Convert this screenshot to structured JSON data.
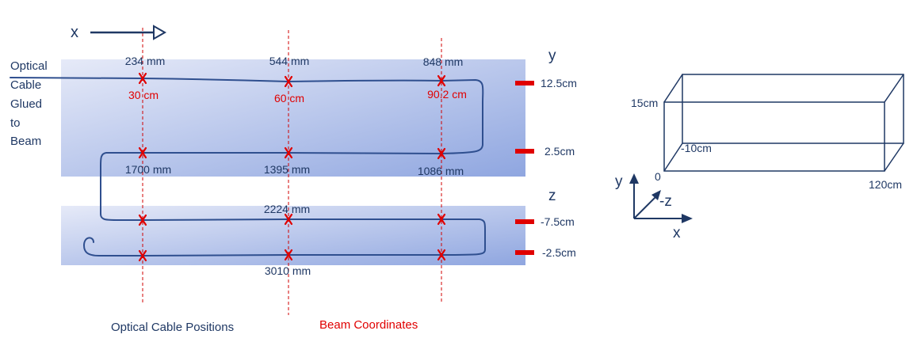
{
  "colors": {
    "cable": "#2f4f8f",
    "marker": "#e00000",
    "guide": "#d00000",
    "text_dark": "#1f3864",
    "text_red": "#e00000",
    "beam_light": "#e6eaf8",
    "beam_dark": "#8fa6e0",
    "box": "#1f3864"
  },
  "left_diagram": {
    "axis_label": "x",
    "side_label": [
      "Optical",
      "Cable",
      "Glued",
      "to",
      "Beam"
    ],
    "panel_y_label": "y",
    "panel_z_label": "z",
    "top_positions_mm": [
      "234 mm",
      "544 mm",
      "848 mm"
    ],
    "top_beam_coords": [
      "30 cm",
      "60 cm",
      "90.2 cm"
    ],
    "second_row_positions_mm": [
      "1700 mm",
      "1395 mm",
      "1086 mm"
    ],
    "third_row_label": "2224 mm",
    "bottom_row_label": "3010 mm",
    "level_labels": [
      "12.5cm",
      "2.5cm",
      "-7.5cm",
      "-2.5cm"
    ],
    "footer_left": "Optical Cable Positions",
    "footer_right": "Beam Coordinates"
  },
  "right_diagram": {
    "height_label": "15cm",
    "depth_label": "-10cm",
    "origin_label": "0",
    "length_label": "120cm",
    "axis_y": "y",
    "axis_minus_z": "-z",
    "axis_x": "x"
  }
}
